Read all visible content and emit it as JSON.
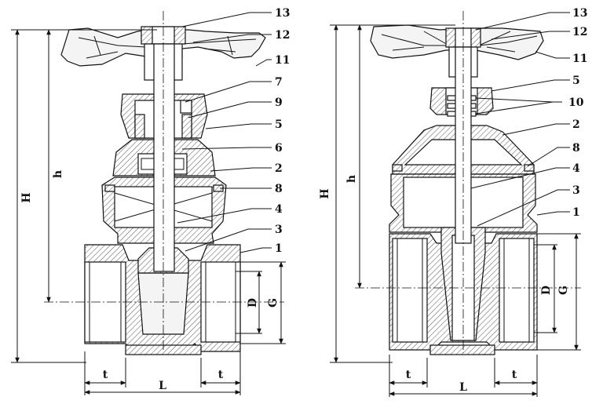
{
  "left_view": {
    "part_numbers": [
      "13",
      "12",
      "11",
      "7",
      "9",
      "5",
      "6",
      "2",
      "8",
      "4",
      "3",
      "1"
    ],
    "dimensions": {
      "overall_height": "H",
      "stem_height": "h",
      "inner_diameter": "D",
      "thread": "G",
      "length": "L",
      "thread_length_left": "t",
      "thread_length_right": "t"
    }
  },
  "right_view": {
    "part_numbers": [
      "13",
      "12",
      "11",
      "5",
      "10",
      "2",
      "8",
      "4",
      "3",
      "1"
    ],
    "dimensions": {
      "overall_height": "H",
      "stem_height": "h",
      "inner_diameter": "D",
      "thread": "G",
      "length": "L",
      "thread_length_left": "t",
      "thread_length_right": "t"
    }
  }
}
